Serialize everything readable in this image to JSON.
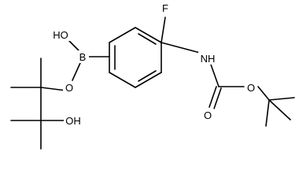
{
  "molecule": {
    "atom_labels": {
      "fluorine": "F",
      "amine": "NH",
      "boron": "B",
      "boron_hydroxyl": "HO",
      "boron_ester_oxygen": "O",
      "carbamate_oxygen": "O",
      "carbonyl_oxygen": "O",
      "pinacol_hydroxyl": "OH"
    }
  }
}
